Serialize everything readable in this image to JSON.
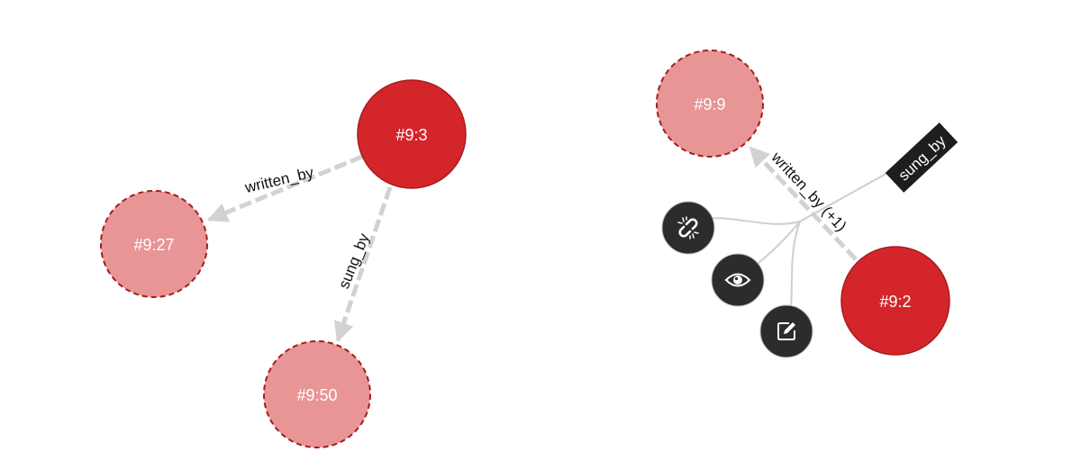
{
  "colors": {
    "expanded_node": "#d4262a",
    "collapsed_node": "#e89595",
    "node_stroke": "#a51c20",
    "edge": "#d2d2d2",
    "menu_bg": "#2c2c2c",
    "menu_stroke": "#d0d0d0",
    "tooltip_bg": "#1e1e1e"
  },
  "nodes": [
    {
      "id": "#9:3",
      "label": "#9:3",
      "state": "expanded"
    },
    {
      "id": "#9:27",
      "label": "#9:27",
      "state": "collapsed"
    },
    {
      "id": "#9:50",
      "label": "#9:50",
      "state": "collapsed"
    },
    {
      "id": "#9:9",
      "label": "#9:9",
      "state": "collapsed"
    },
    {
      "id": "#9:2",
      "label": "#9:2",
      "state": "expanded"
    }
  ],
  "edges": [
    {
      "from": "#9:3",
      "to": "#9:27",
      "label": "written_by"
    },
    {
      "from": "#9:3",
      "to": "#9:50",
      "label": "sung_by"
    },
    {
      "from": "#9:2",
      "to": "#9:9",
      "label": "written_by (+1)"
    }
  ],
  "context_menu": {
    "node": "#9:2",
    "items": [
      {
        "name": "unlink",
        "icon": "unlink-icon"
      },
      {
        "name": "view",
        "icon": "eye-icon"
      },
      {
        "name": "edit",
        "icon": "edit-icon"
      }
    ],
    "tooltip": "sung_by"
  }
}
